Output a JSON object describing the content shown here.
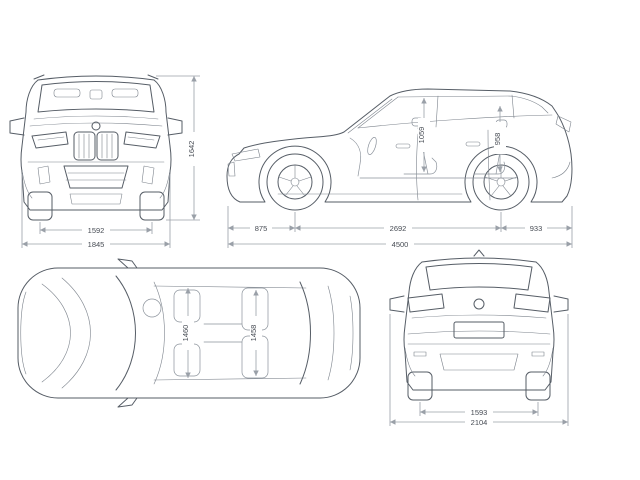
{
  "page": {
    "background": "#ffffff",
    "car_line_color": "#565d66",
    "dim_line_color": "#9aa0a8",
    "dim_text_color": "#474c54"
  },
  "views": {
    "front": {
      "track_width": "1592",
      "overall_width": "1845",
      "height": "1642"
    },
    "side": {
      "front_overhang": "875",
      "wheelbase": "2692",
      "rear_overhang": "933",
      "overall_length": "4500",
      "front_interior_height": "1059",
      "rear_interior_height": "958"
    },
    "top": {
      "front_interior_width": "1460",
      "rear_interior_width": "1458"
    },
    "rear": {
      "track_width": "1593",
      "overall_width_incl_mirrors": "2104"
    }
  }
}
